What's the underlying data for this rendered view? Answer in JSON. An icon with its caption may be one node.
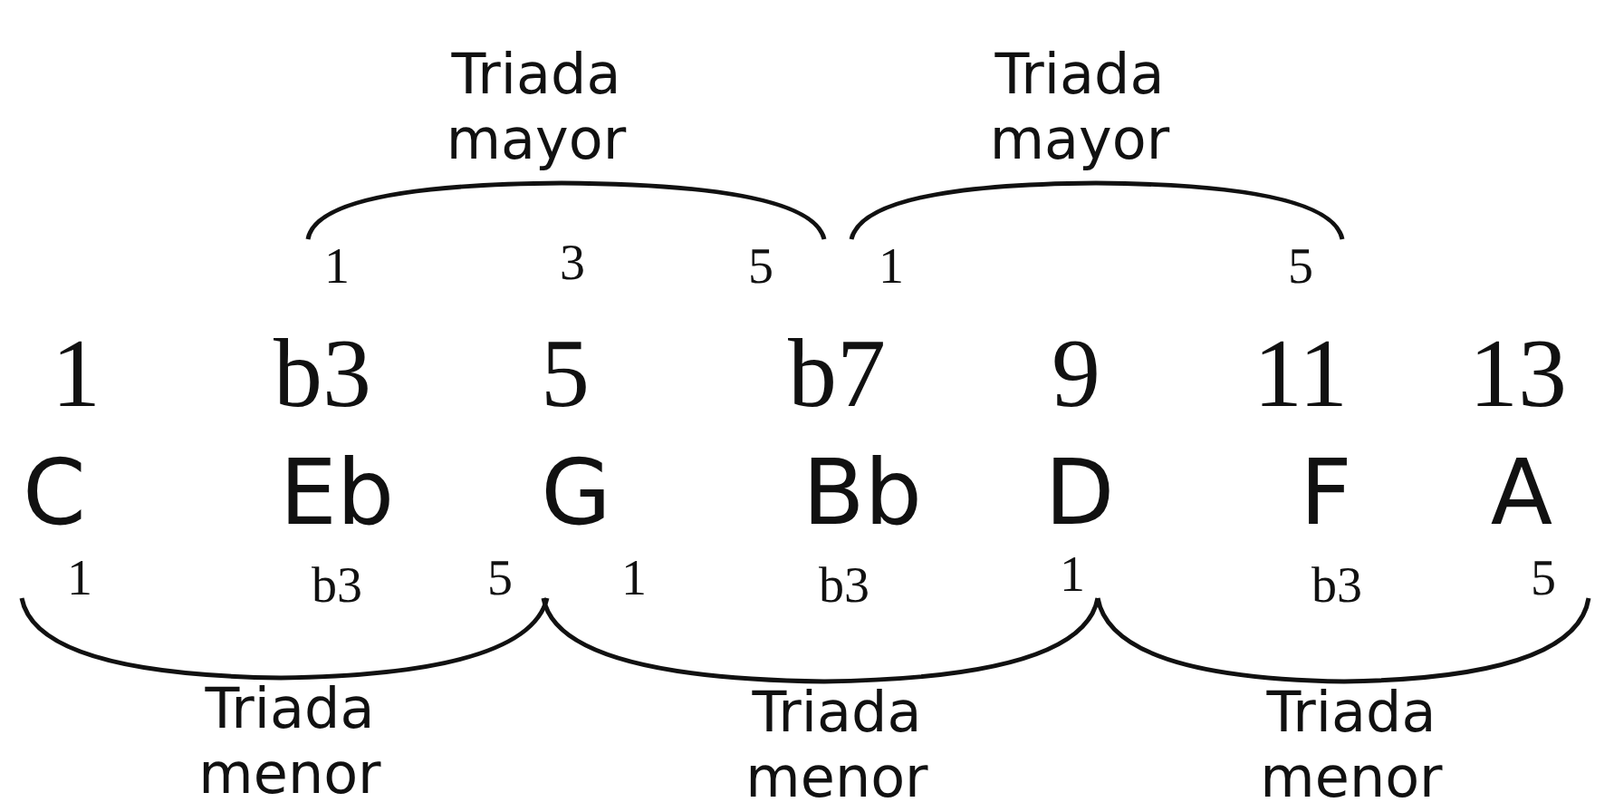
{
  "diagram": {
    "labels": [
      "Triada mayor",
      "Triada mayor",
      "1",
      "3",
      "5",
      "1",
      "5",
      "1",
      "b3",
      "5",
      "b7",
      "9",
      "11",
      "13",
      "C",
      "Eb",
      "G",
      "Bb",
      "D",
      "F",
      "A",
      "1",
      "b3",
      "5",
      "1",
      "b3",
      "1",
      "b3",
      "5",
      "Triada menor",
      "Triada menor",
      "Triada menor"
    ]
  }
}
